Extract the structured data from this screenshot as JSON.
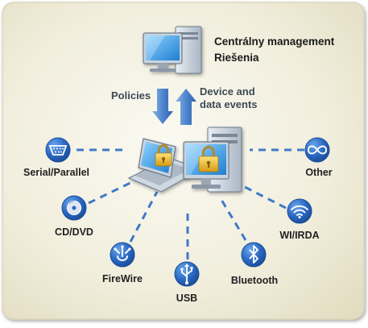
{
  "colors": {
    "background_panel": "#f3f0e1",
    "dashed_line": "#3f79c6",
    "icon_blue": "#2f6fc7",
    "arrow_blue": "#5e8fd0"
  },
  "management": {
    "line1": "Centrálny management",
    "line2": "Riešenia"
  },
  "flows": {
    "policies": "Policies",
    "events_line1": "Device and",
    "events_line2": "data events"
  },
  "devices": [
    {
      "label": "Serial/Parallel",
      "icon": "serial-port-icon"
    },
    {
      "label": "CD/DVD",
      "icon": "cd-dvd-icon"
    },
    {
      "label": "FireWire",
      "icon": "firewire-icon"
    },
    {
      "label": "USB",
      "icon": "usb-icon"
    },
    {
      "label": "Bluetooth",
      "icon": "bluetooth-icon"
    },
    {
      "label": "WI/IRDA",
      "icon": "wireless-icon"
    },
    {
      "label": "Other",
      "icon": "infinity-icon"
    }
  ]
}
